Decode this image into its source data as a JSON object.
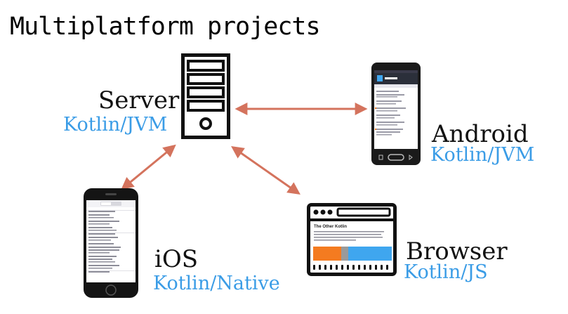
{
  "title": "Multiplatform projects",
  "colors": {
    "arrow": "#d4735d",
    "accent_text": "#3a9ce6",
    "device": "#111111",
    "screen_accent_orange": "#f47b20",
    "screen_accent_blue": "#3fa6ef",
    "screen_accent_gray": "#9a9a9a"
  },
  "nodes": {
    "server": {
      "name": "Server",
      "tech": "Kotlin/JVM",
      "icon": "server-icon"
    },
    "android": {
      "name": "Android",
      "tech": "Kotlin/JVM",
      "icon": "android-phone-icon"
    },
    "ios": {
      "name": "iOS",
      "tech": "Kotlin/Native",
      "icon": "iphone-icon"
    },
    "browser": {
      "name": "Browser",
      "tech": "Kotlin/JS",
      "icon": "browser-window-icon"
    }
  },
  "edges": [
    {
      "from": "server",
      "to": "android",
      "bidirectional": true
    },
    {
      "from": "server",
      "to": "ios",
      "bidirectional": true
    },
    {
      "from": "server",
      "to": "browser",
      "bidirectional": true
    }
  ],
  "browser_screen": {
    "heading": "The Other Kotlin"
  }
}
